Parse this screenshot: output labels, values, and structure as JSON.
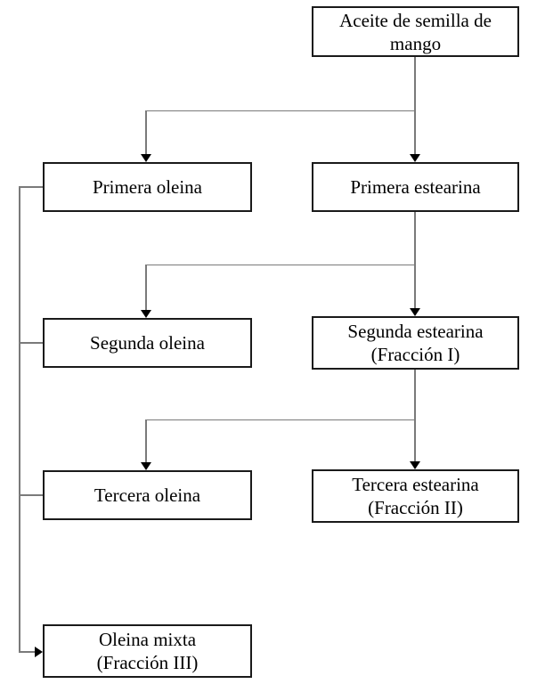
{
  "diagram": {
    "type": "flowchart",
    "nodes": [
      {
        "id": "aceite-semilla-mango",
        "label": "Aceite de semilla de mango",
        "lines": [
          "Aceite de semilla de",
          "mango"
        ]
      },
      {
        "id": "primera-oleina",
        "label": "Primera oleina",
        "lines": [
          "Primera oleina"
        ]
      },
      {
        "id": "primera-estearina",
        "label": "Primera estearina",
        "lines": [
          "Primera estearina"
        ]
      },
      {
        "id": "segunda-oleina",
        "label": "Segunda oleina",
        "lines": [
          "Segunda oleina"
        ]
      },
      {
        "id": "segunda-estearina",
        "label": "Segunda estearina (Fracción I)",
        "lines": [
          "Segunda estearina",
          "(Fracción I)"
        ]
      },
      {
        "id": "tercera-oleina",
        "label": "Tercera oleina",
        "lines": [
          "Tercera oleina"
        ]
      },
      {
        "id": "tercera-estearina",
        "label": "Tercera estearina (Fracción II)",
        "lines": [
          "Tercera estearina",
          "(Fracción II)"
        ]
      },
      {
        "id": "oleina-mixta",
        "label": "Oleina mixta (Fracción III)",
        "lines": [
          "Oleina mixta",
          "(Fracción III)"
        ]
      }
    ],
    "edges": [
      {
        "from": "aceite-semilla-mango",
        "to": "primera-oleina"
      },
      {
        "from": "aceite-semilla-mango",
        "to": "primera-estearina"
      },
      {
        "from": "primera-estearina",
        "to": "segunda-oleina"
      },
      {
        "from": "primera-estearina",
        "to": "segunda-estearina"
      },
      {
        "from": "segunda-estearina",
        "to": "tercera-oleina"
      },
      {
        "from": "segunda-estearina",
        "to": "tercera-estearina"
      },
      {
        "from": "primera-oleina",
        "to": "oleina-mixta"
      },
      {
        "from": "segunda-oleina",
        "to": "oleina-mixta"
      },
      {
        "from": "tercera-oleina",
        "to": "oleina-mixta"
      }
    ],
    "colors": {
      "background": "#ffffff",
      "box_border": "#1a1a1a",
      "text": "#000000",
      "connector_line": "#7a7a7a",
      "arrowhead": "#000000"
    }
  }
}
